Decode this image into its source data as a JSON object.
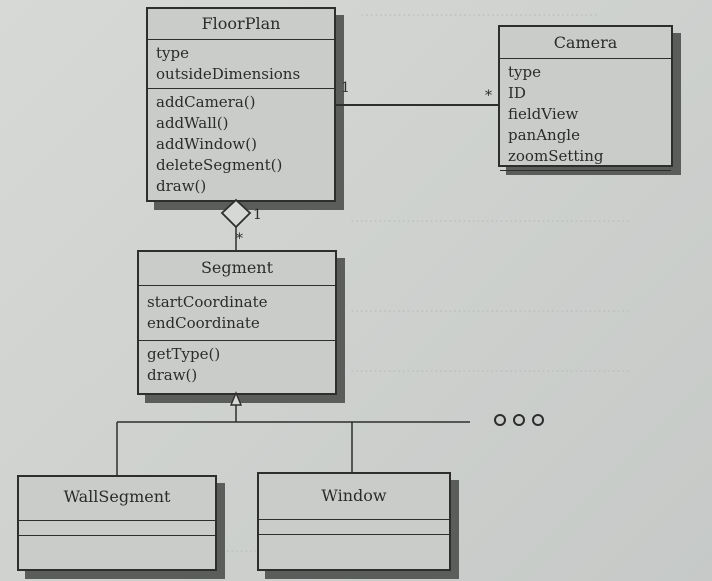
{
  "classes": {
    "floorplan": {
      "name": "FloorPlan",
      "attributes": [
        "type",
        "outsideDimensions"
      ],
      "operations": [
        "addCamera()",
        "addWall()",
        "addWindow()",
        "deleteSegment()",
        "draw()"
      ]
    },
    "camera": {
      "name": "Camera",
      "attributes": [
        "type",
        "ID",
        "fieldView",
        "panAngle",
        "zoomSetting"
      ]
    },
    "segment": {
      "name": "Segment",
      "attributes": [
        "startCoordinate",
        "endCoordinate"
      ],
      "operations": [
        "getType()",
        "draw()"
      ]
    },
    "wallsegment": {
      "name": "WallSegment"
    },
    "window": {
      "name": "Window"
    }
  },
  "multiplicities": {
    "floorplan_camera_left": "1",
    "floorplan_camera_right": "*",
    "floorplan_segment_top": "1",
    "floorplan_segment_bottom": "*"
  }
}
